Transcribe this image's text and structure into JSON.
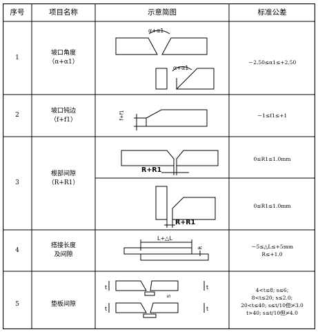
{
  "header": {
    "col_no": "序号",
    "col_item": "项目名称",
    "col_diagram": "示意简图",
    "col_tolerance": "标准公差"
  },
  "rows": [
    {
      "no": "1",
      "item": "坡口角度\n（α+α1）",
      "tolerance": "－2.50≤α1≤+2.50",
      "diagram_labels": {
        "top": "α+α1",
        "bottom": "α+α1"
      }
    },
    {
      "no": "2",
      "item": "坡口钝边\n（f+f1）",
      "tolerance": "－1≤f1≤+1",
      "diagram_labels": {
        "side": "f+f1"
      }
    },
    {
      "no": "3",
      "item": "根部间隙\n（R+R1）",
      "tolerance_a": "0≤R1≤1.0mm",
      "tolerance_b": "0≤R1≤1.0mm",
      "diagram_labels": {
        "a": "R+R1",
        "b": "R+R1"
      }
    },
    {
      "no": "4",
      "item": "搭接长度\n及间隙",
      "tolerance": "－5≤△L≤+5mm\nR≤+1.0",
      "diagram_labels": {
        "length": "L+△L",
        "gap": "R"
      }
    },
    {
      "no": "5",
      "item": "垫板间隙",
      "tolerance": "4<t≤8;      s≤6;\n8<t≤20;      s≤2.0;\n20<t≤40;    s≤t/10但≯3.0\nt>40;      s≤t/10但≯4.0",
      "diagram_labels": {
        "t1": "t",
        "t2": "t",
        "s": "S",
        "t3": "t",
        "t4": "t"
      }
    }
  ]
}
